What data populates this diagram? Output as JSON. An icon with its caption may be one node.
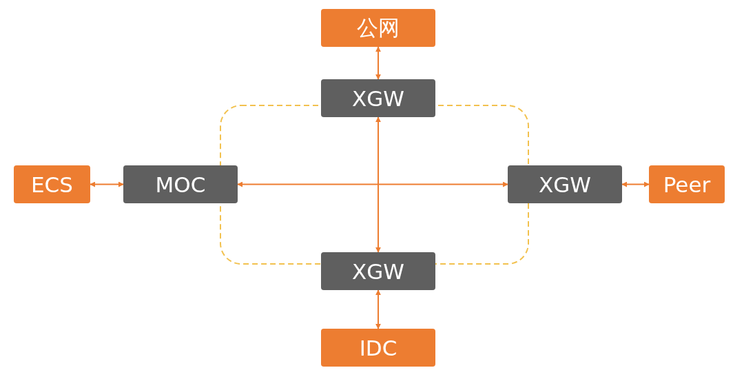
{
  "diagram": {
    "nodes": [
      {
        "text": [
          "公网"
        ]
      },
      {
        "text": [
          "XGW"
        ]
      },
      {
        "text": [
          "ECS"
        ]
      },
      {
        "text": [
          "MOC"
        ]
      },
      {
        "text": [
          "XGW"
        ]
      },
      {
        "text": [
          "Peer"
        ]
      },
      {
        "text": [
          "XGW"
        ]
      },
      {
        "text": [
          "IDC"
        ]
      }
    ],
    "edges": [
      {
        "from": 0,
        "to": 1,
        "arrow": "both"
      },
      {
        "from": 2,
        "to": 3,
        "arrow": "both"
      },
      {
        "from": 3,
        "to": 4,
        "arrow": "both"
      },
      {
        "from": 1,
        "to": 6,
        "arrow": "both"
      },
      {
        "from": 4,
        "to": 5,
        "arrow": "both"
      },
      {
        "from": 6,
        "to": 7,
        "arrow": "both"
      }
    ]
  }
}
